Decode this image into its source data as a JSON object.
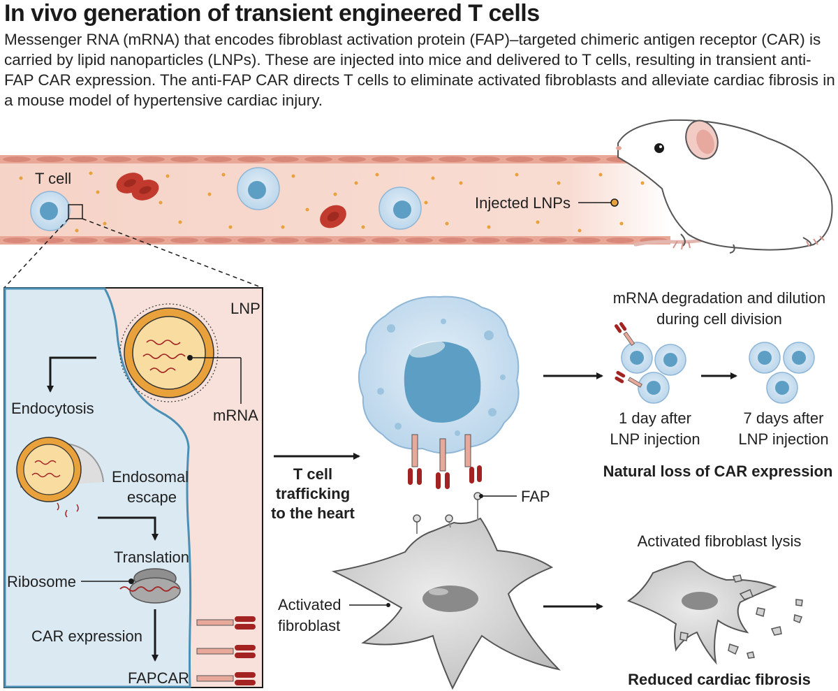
{
  "title": "In vivo generation of transient engineered T cells",
  "subtitle": "Messenger RNA (mRNA) that encodes fibroblast activation protein (FAP)–targeted chimeric antigen receptor (CAR) is carried by lipid nanoparticles (LNPs). These are injected into mice and delivered to T cells, resulting in transient anti-FAP CAR expression. The anti-FAP CAR directs T cells to eliminate activated fibroblasts and alleviate cardiac fibrosis in a mouse model of hypertensive cardiac injury.",
  "vessel": {
    "t_cell_label": "T cell",
    "injected_lnps_label": "Injected LNPs"
  },
  "inset": {
    "lnp_label": "LNP",
    "mrna_label": "mRNA",
    "endocytosis_label": "Endocytosis",
    "endosomal_escape_label": [
      "Endosomal",
      "escape"
    ],
    "translation_label": "Translation",
    "ribosome_label": "Ribosome",
    "car_expression_label": "CAR expression",
    "fapcar_label": "FAPCAR"
  },
  "middle": {
    "trafficking_label": [
      "T cell",
      "trafficking",
      "to the heart"
    ],
    "fap_label": "FAP",
    "activated_fibroblast_label": [
      "Activated",
      "fibroblast"
    ]
  },
  "right": {
    "degradation_label": [
      "mRNA degradation and dilution",
      "during cell division"
    ],
    "day1_label": [
      "1 day after",
      "LNP injection"
    ],
    "day7_label": [
      "7 days after",
      "LNP injection"
    ],
    "natural_loss_label": "Natural loss of CAR expression",
    "lysis_label": "Activated fibroblast lysis",
    "reduced_fibrosis_label": "Reduced cardiac fibrosis"
  },
  "colors": {
    "vessel_fill": "#f6d3c7",
    "vessel_wall": "#d9897a",
    "cell_light": "#cfe3f1",
    "cell_nucleus": "#5d9ec4",
    "rbc": "#c23a2e",
    "lnp_orange": "#e8a13b",
    "car_red": "#a32222",
    "fibroblast_gray": "#d2d2d2",
    "inset_blue": "#dbe9f3",
    "inset_pink": "#f7e1da"
  }
}
